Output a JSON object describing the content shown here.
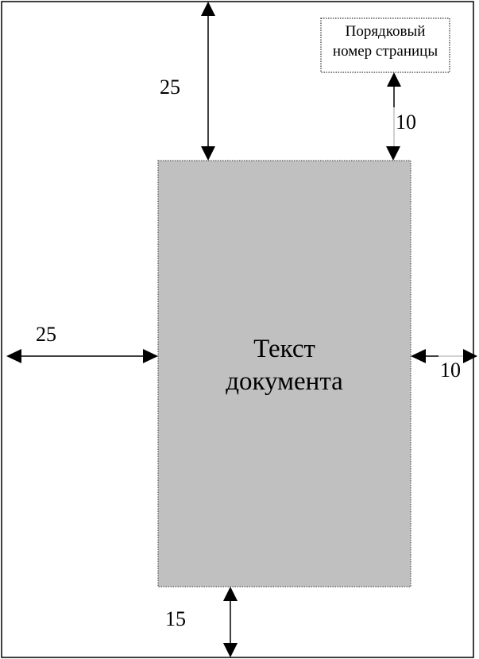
{
  "page_number_box": {
    "line1": "Порядковый",
    "line2": "номер страницы"
  },
  "text_block": {
    "line1": "Текст",
    "line2": "документа",
    "fill": "#c0c0c0"
  },
  "margins": {
    "top": "25",
    "page_number_gap": "10",
    "left": "25",
    "right": "10",
    "bottom": "15"
  }
}
